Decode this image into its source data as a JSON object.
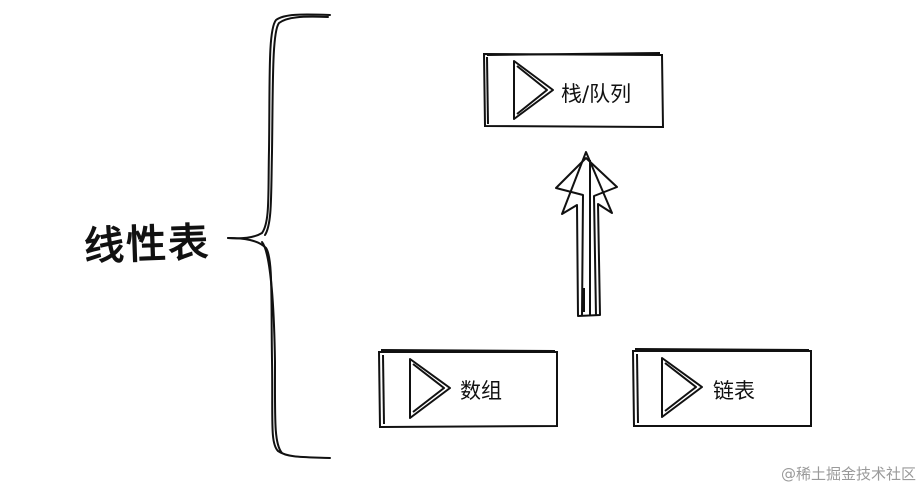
{
  "diagram": {
    "root_label": "线性表",
    "nodes": {
      "stack_queue": "栈/队列",
      "array": "数组",
      "linked_list": "链表"
    }
  },
  "watermark": "@稀土掘金技术社区"
}
